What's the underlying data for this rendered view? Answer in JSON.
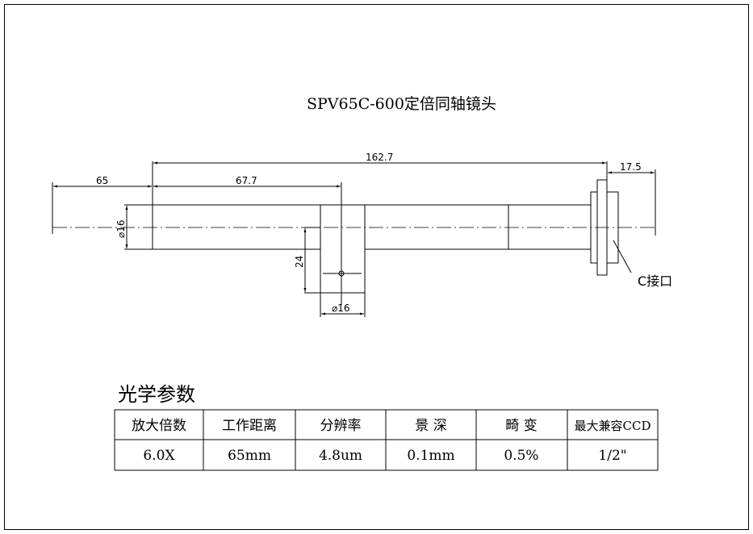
{
  "drawing": {
    "title": "SPV65C-600定倍同轴镜头",
    "dimensions": {
      "working_distance": "65",
      "total_length": "162.7",
      "side_port_offset": "67.7",
      "tube_diameter": "⌀16",
      "side_port_depth": "24",
      "side_port_diameter": "⌀16",
      "mount_length": "17.5"
    },
    "mount_label": "C接口"
  },
  "params": {
    "heading": "光学参数",
    "headers": [
      "放大倍数",
      "工作距离",
      "分辨率",
      "景 深",
      "畸 变",
      "最大兼容CCD"
    ],
    "values": [
      "6.0X",
      "65mm",
      "4.8um",
      "0.1mm",
      "0.5%",
      "1/2\""
    ]
  }
}
